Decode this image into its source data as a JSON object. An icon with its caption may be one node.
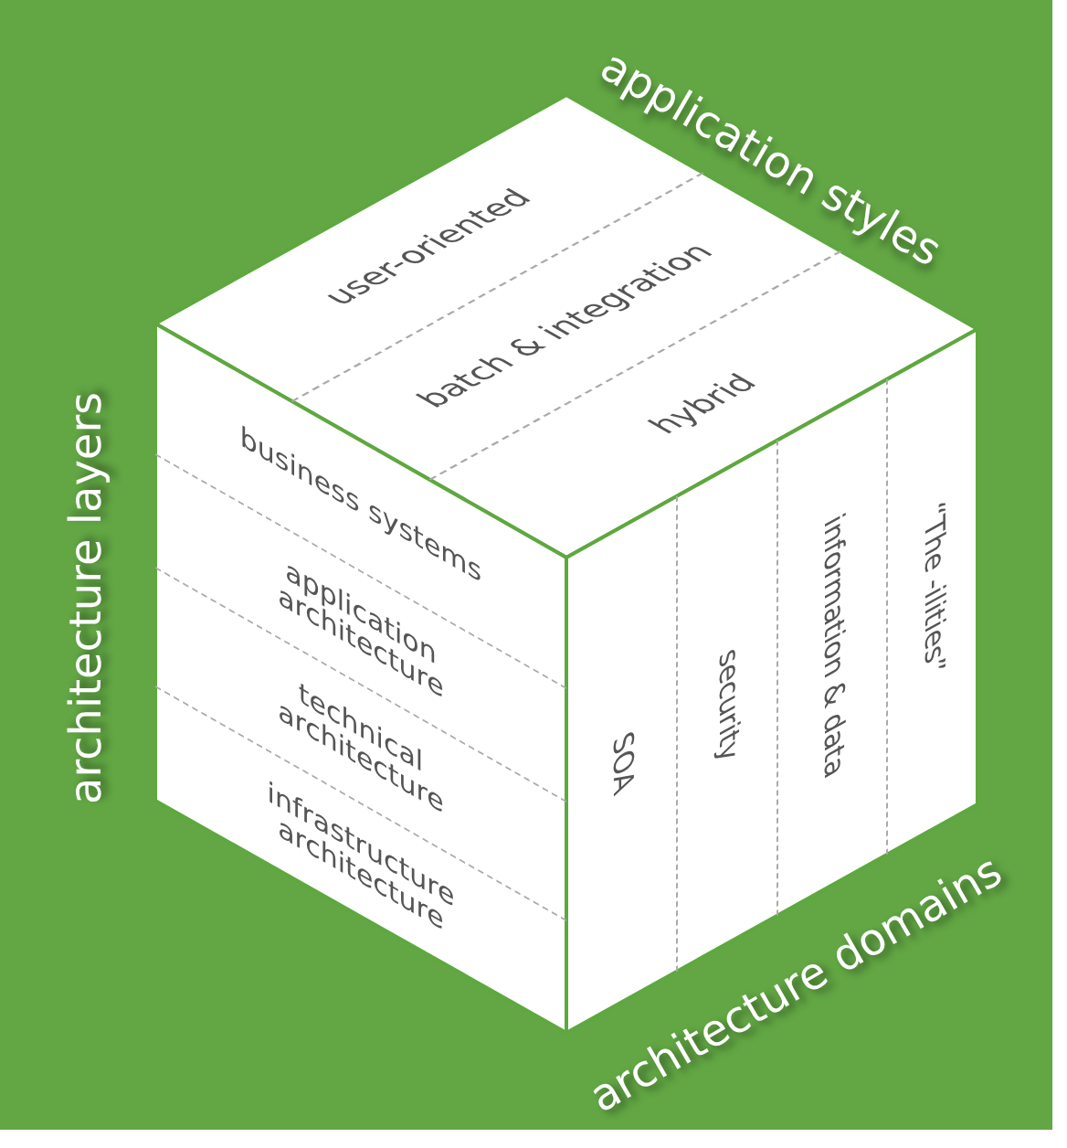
{
  "diagram": {
    "nodes": [
      {
        "text": [
          "user-oriented"
        ]
      },
      {
        "text": [
          "batch & integration"
        ]
      },
      {
        "text": [
          "hybrid"
        ]
      },
      {
        "text": [
          "business systems"
        ]
      },
      {
        "text": [
          "application architecture"
        ]
      },
      {
        "text": [
          "technical architecture"
        ]
      },
      {
        "text": [
          "infrastructure architecture"
        ]
      },
      {
        "text": [
          "SOA"
        ]
      },
      {
        "text": [
          "security"
        ]
      },
      {
        "text": [
          "information & data"
        ]
      },
      {
        "text": [
          "“The -ilities”"
        ]
      }
    ],
    "edges": [],
    "labels": [
      "application styles",
      "architecture layers",
      "architecture domains"
    ]
  }
}
